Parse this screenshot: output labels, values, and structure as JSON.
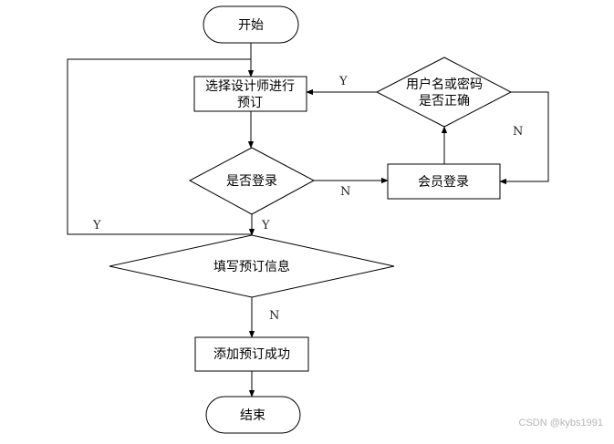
{
  "nodes": {
    "start": "开始",
    "select": [
      "选择设计师进行",
      "预订"
    ],
    "is_logged_in": "是否登录",
    "member_login": "会员登录",
    "check_credentials": [
      "用户名或密码",
      "是否正确"
    ],
    "fill_info": "填写预订信息",
    "add_success": "添加预订成功",
    "end": "结束"
  },
  "edge_labels": {
    "credentials_yes": "Y",
    "credentials_no": "N",
    "login_no": "N",
    "login_yes": "Y",
    "loop_yes": "Y",
    "fill_no": "N"
  },
  "watermark": "CSDN @kybs1991"
}
